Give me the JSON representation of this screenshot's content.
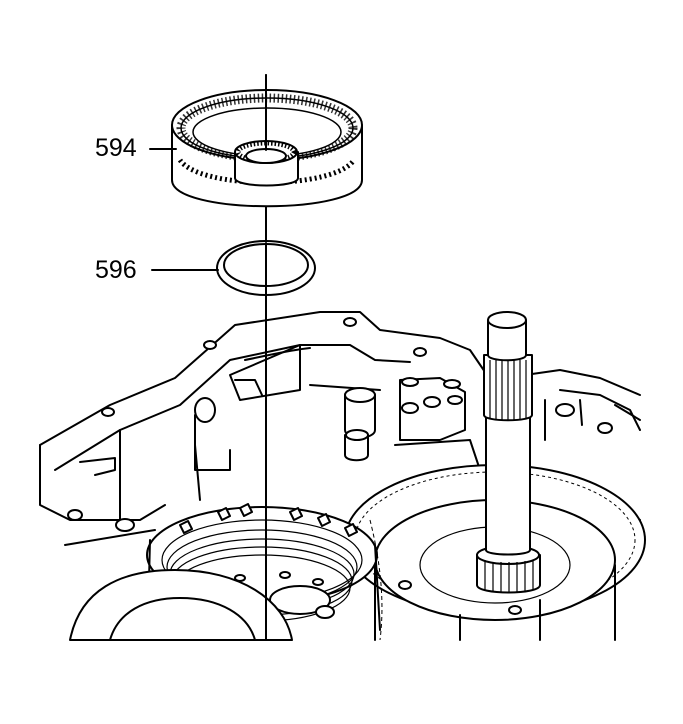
{
  "callouts": [
    {
      "id": "594",
      "label": "594"
    },
    {
      "id": "596",
      "label": "596"
    }
  ],
  "colors": {
    "line": "#000000",
    "background": "#ffffff"
  }
}
